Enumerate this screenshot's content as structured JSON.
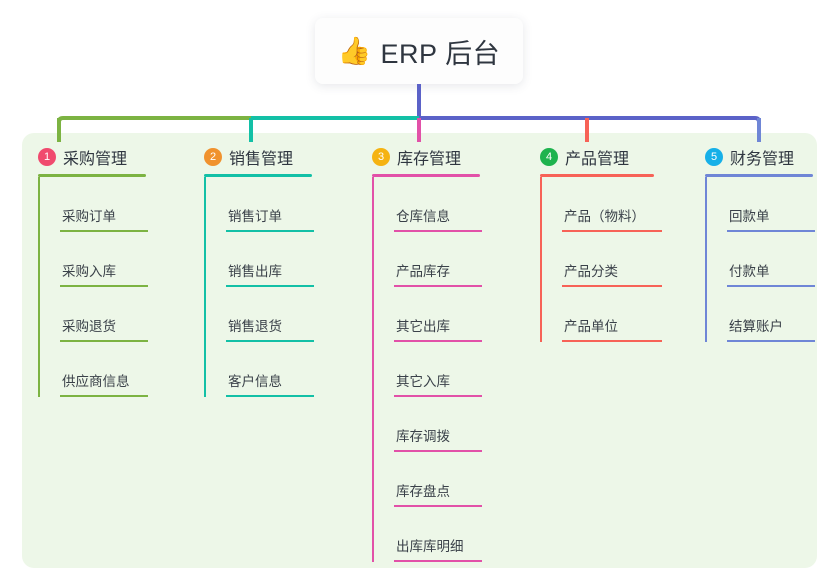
{
  "title": {
    "emoji": "👍",
    "emoji_name": "thumbs-up-icon",
    "text": "ERP 后台"
  },
  "colors": {
    "panel_bg": "#edf7e8",
    "page_bg": "#ffffff",
    "stem": "#5b62c8",
    "text": "#2f3640"
  },
  "columns": [
    {
      "number": "1",
      "title": "采购管理",
      "badge_color": "#f04a6e",
      "line_color": "#7cb342",
      "items": [
        "采购订单",
        "采购入库",
        "采购退货",
        "供应商信息"
      ]
    },
    {
      "number": "2",
      "title": "销售管理",
      "badge_color": "#f0922e",
      "line_color": "#13c0a6",
      "items": [
        "销售订单",
        "销售出库",
        "销售退货",
        "客户信息"
      ]
    },
    {
      "number": "3",
      "title": "库存管理",
      "badge_color": "#f5b312",
      "line_color": "#e251a8",
      "items": [
        "仓库信息",
        "产品库存",
        "其它出库",
        "其它入库",
        "库存调拨",
        "库存盘点",
        "出库库明细"
      ]
    },
    {
      "number": "4",
      "title": "产品管理",
      "badge_color": "#1eb34e",
      "line_color": "#f76257",
      "items": [
        "产品（物料）",
        "产品分类",
        "产品单位"
      ]
    },
    {
      "number": "5",
      "title": "财务管理",
      "badge_color": "#16b0e8",
      "line_color": "#6f86d6",
      "items": [
        "回款单",
        "付款单",
        "结算账户"
      ]
    }
  ],
  "connector_bar": {
    "segments": [
      {
        "name": "segment-green",
        "color": "#7cb342"
      },
      {
        "name": "segment-teal",
        "color": "#13c0a6"
      },
      {
        "name": "segment-blue",
        "color": "#5b62c8"
      }
    ],
    "drops": [
      {
        "name": "drop-purchasing",
        "color": "#7cb342"
      },
      {
        "name": "drop-sales",
        "color": "#13c0a6"
      },
      {
        "name": "drop-inventory",
        "color": "#e251a8"
      },
      {
        "name": "drop-product",
        "color": "#f76257"
      },
      {
        "name": "drop-finance",
        "color": "#6f86d6"
      }
    ]
  }
}
